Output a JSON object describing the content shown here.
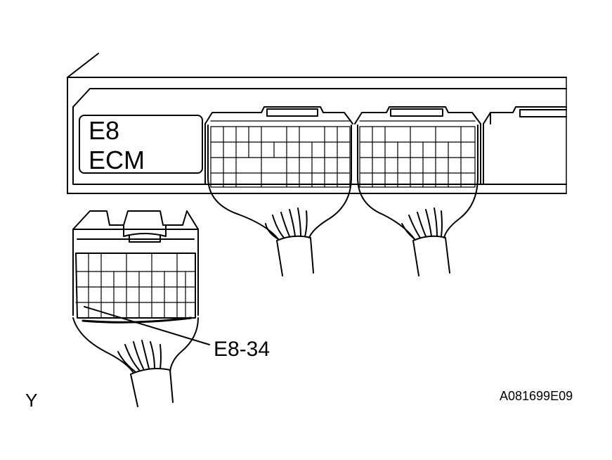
{
  "ecm_label": {
    "line1": "E8",
    "line2": "ECM"
  },
  "callout": "E8-34",
  "corner_mark": "Y",
  "figure_code": "A081699E09",
  "colors": {
    "ink": "#000000",
    "paper": "#ffffff"
  }
}
